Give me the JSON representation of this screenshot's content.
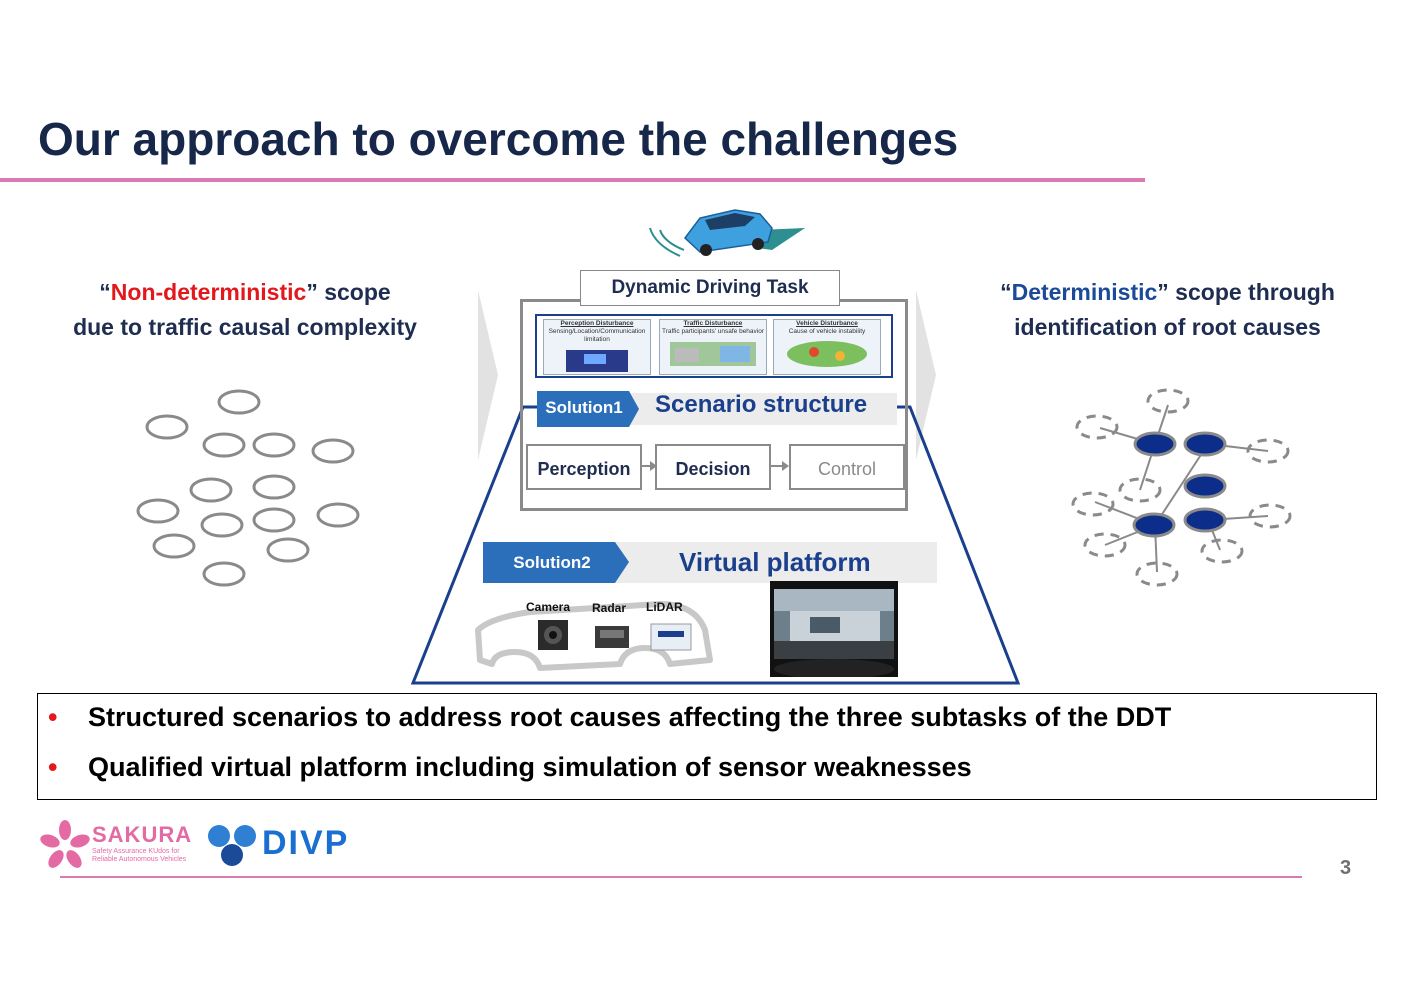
{
  "title": "Our approach to overcome the challenges",
  "left": {
    "quote_open": "“",
    "highlight": "Non-deterministic",
    "after": "” scope",
    "line2": "due to traffic causal complexity"
  },
  "right": {
    "quote_open": "“",
    "highlight": "Deterministic",
    "after": "” scope through",
    "line2": "identification of root causes"
  },
  "center": {
    "ddt_label": "Dynamic Driving Task",
    "disturbances": [
      {
        "title": "Perception Disturbance",
        "desc": "Sensing/Location/Communication limitation"
      },
      {
        "title": "Traffic Disturbance",
        "desc": "Traffic participants' unsafe behavior"
      },
      {
        "title": "Vehicle Disturbance",
        "desc": "Cause of vehicle instability"
      }
    ],
    "solution1_badge": "Solution1",
    "solution1_title": "Scenario structure",
    "stages": [
      "Perception",
      "Decision",
      "Control"
    ],
    "solution2_badge": "Solution2",
    "solution2_title": "Virtual platform",
    "sensors": [
      "Camera",
      "Radar",
      "LiDAR"
    ]
  },
  "bullets": [
    "Structured scenarios to address root causes affecting the three subtasks of the DDT",
    "Qualified virtual platform including simulation of sensor weaknesses"
  ],
  "footer": {
    "logo1": "SAKURA",
    "logo1_sub1": "Safety Assurance KUdos for",
    "logo1_sub2": "Reliable Autonomous Vehicles",
    "logo2": "DIVP",
    "page_number": "3"
  },
  "colors": {
    "title": "#16274a",
    "accent_red": "#e3181c",
    "accent_blue": "#1a4a98",
    "rule_pink": "#d97ab0",
    "node_fill": "#0c2d8a"
  }
}
